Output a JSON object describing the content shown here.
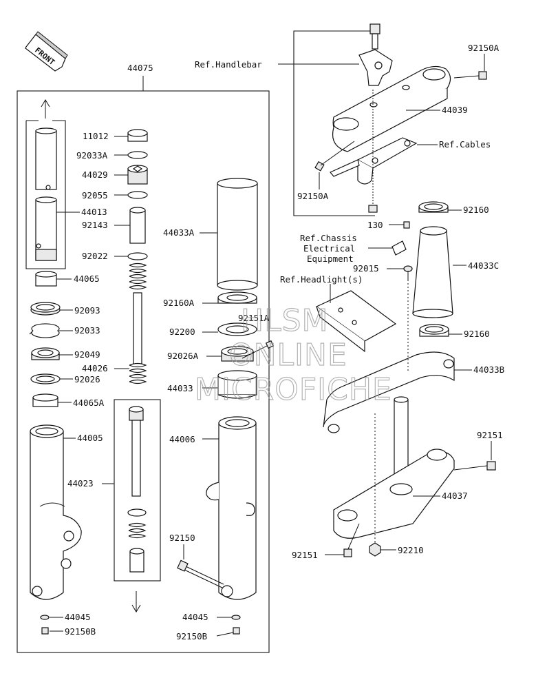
{
  "direction": "FRONT",
  "main_assembly": "44075",
  "labels": {
    "p11012": "11012",
    "p92033A": "92033A",
    "p44029": "44029",
    "p92055": "92055",
    "p44013": "44013",
    "p92143": "92143",
    "p92022": "92022",
    "p44065": "44065",
    "p92093": "92093",
    "p92033": "92033",
    "p92049": "92049",
    "p44026": "44026",
    "p92026": "92026",
    "p44065A": "44065A",
    "p44005": "44005",
    "p44023": "44023",
    "p44045_l": "44045",
    "p92150B_l": "92150B",
    "p44033A": "44033A",
    "p92160A": "92160A",
    "p92151A": "92151A",
    "p92200": "92200",
    "p92026A": "92026A",
    "p44033": "44033",
    "p44006": "44006",
    "p92150": "92150",
    "p44045_r": "44045",
    "p92150B_r": "92150B",
    "ref_handlebar": "Ref.Handlebar",
    "p92150A_top": "92150A",
    "p44039": "44039",
    "ref_cables": "Ref.Cables",
    "p92150A_bot": "92150A",
    "p130": "130",
    "p92160_top": "92160",
    "ref_chassis_1": "Ref.Chassis",
    "ref_chassis_2": "Electrical",
    "ref_chassis_3": "Equipment",
    "p92015": "92015",
    "p44033C": "44033C",
    "ref_headlight": "Ref.Headlight(s)",
    "p92160_bot": "92160",
    "p44033B": "44033B",
    "p92151_r": "92151",
    "p44037": "44037",
    "p92151_l": "92151",
    "p92210": "92210"
  },
  "watermark": [
    "HLSM",
    "ONLINE",
    "MICROFICHE"
  ]
}
